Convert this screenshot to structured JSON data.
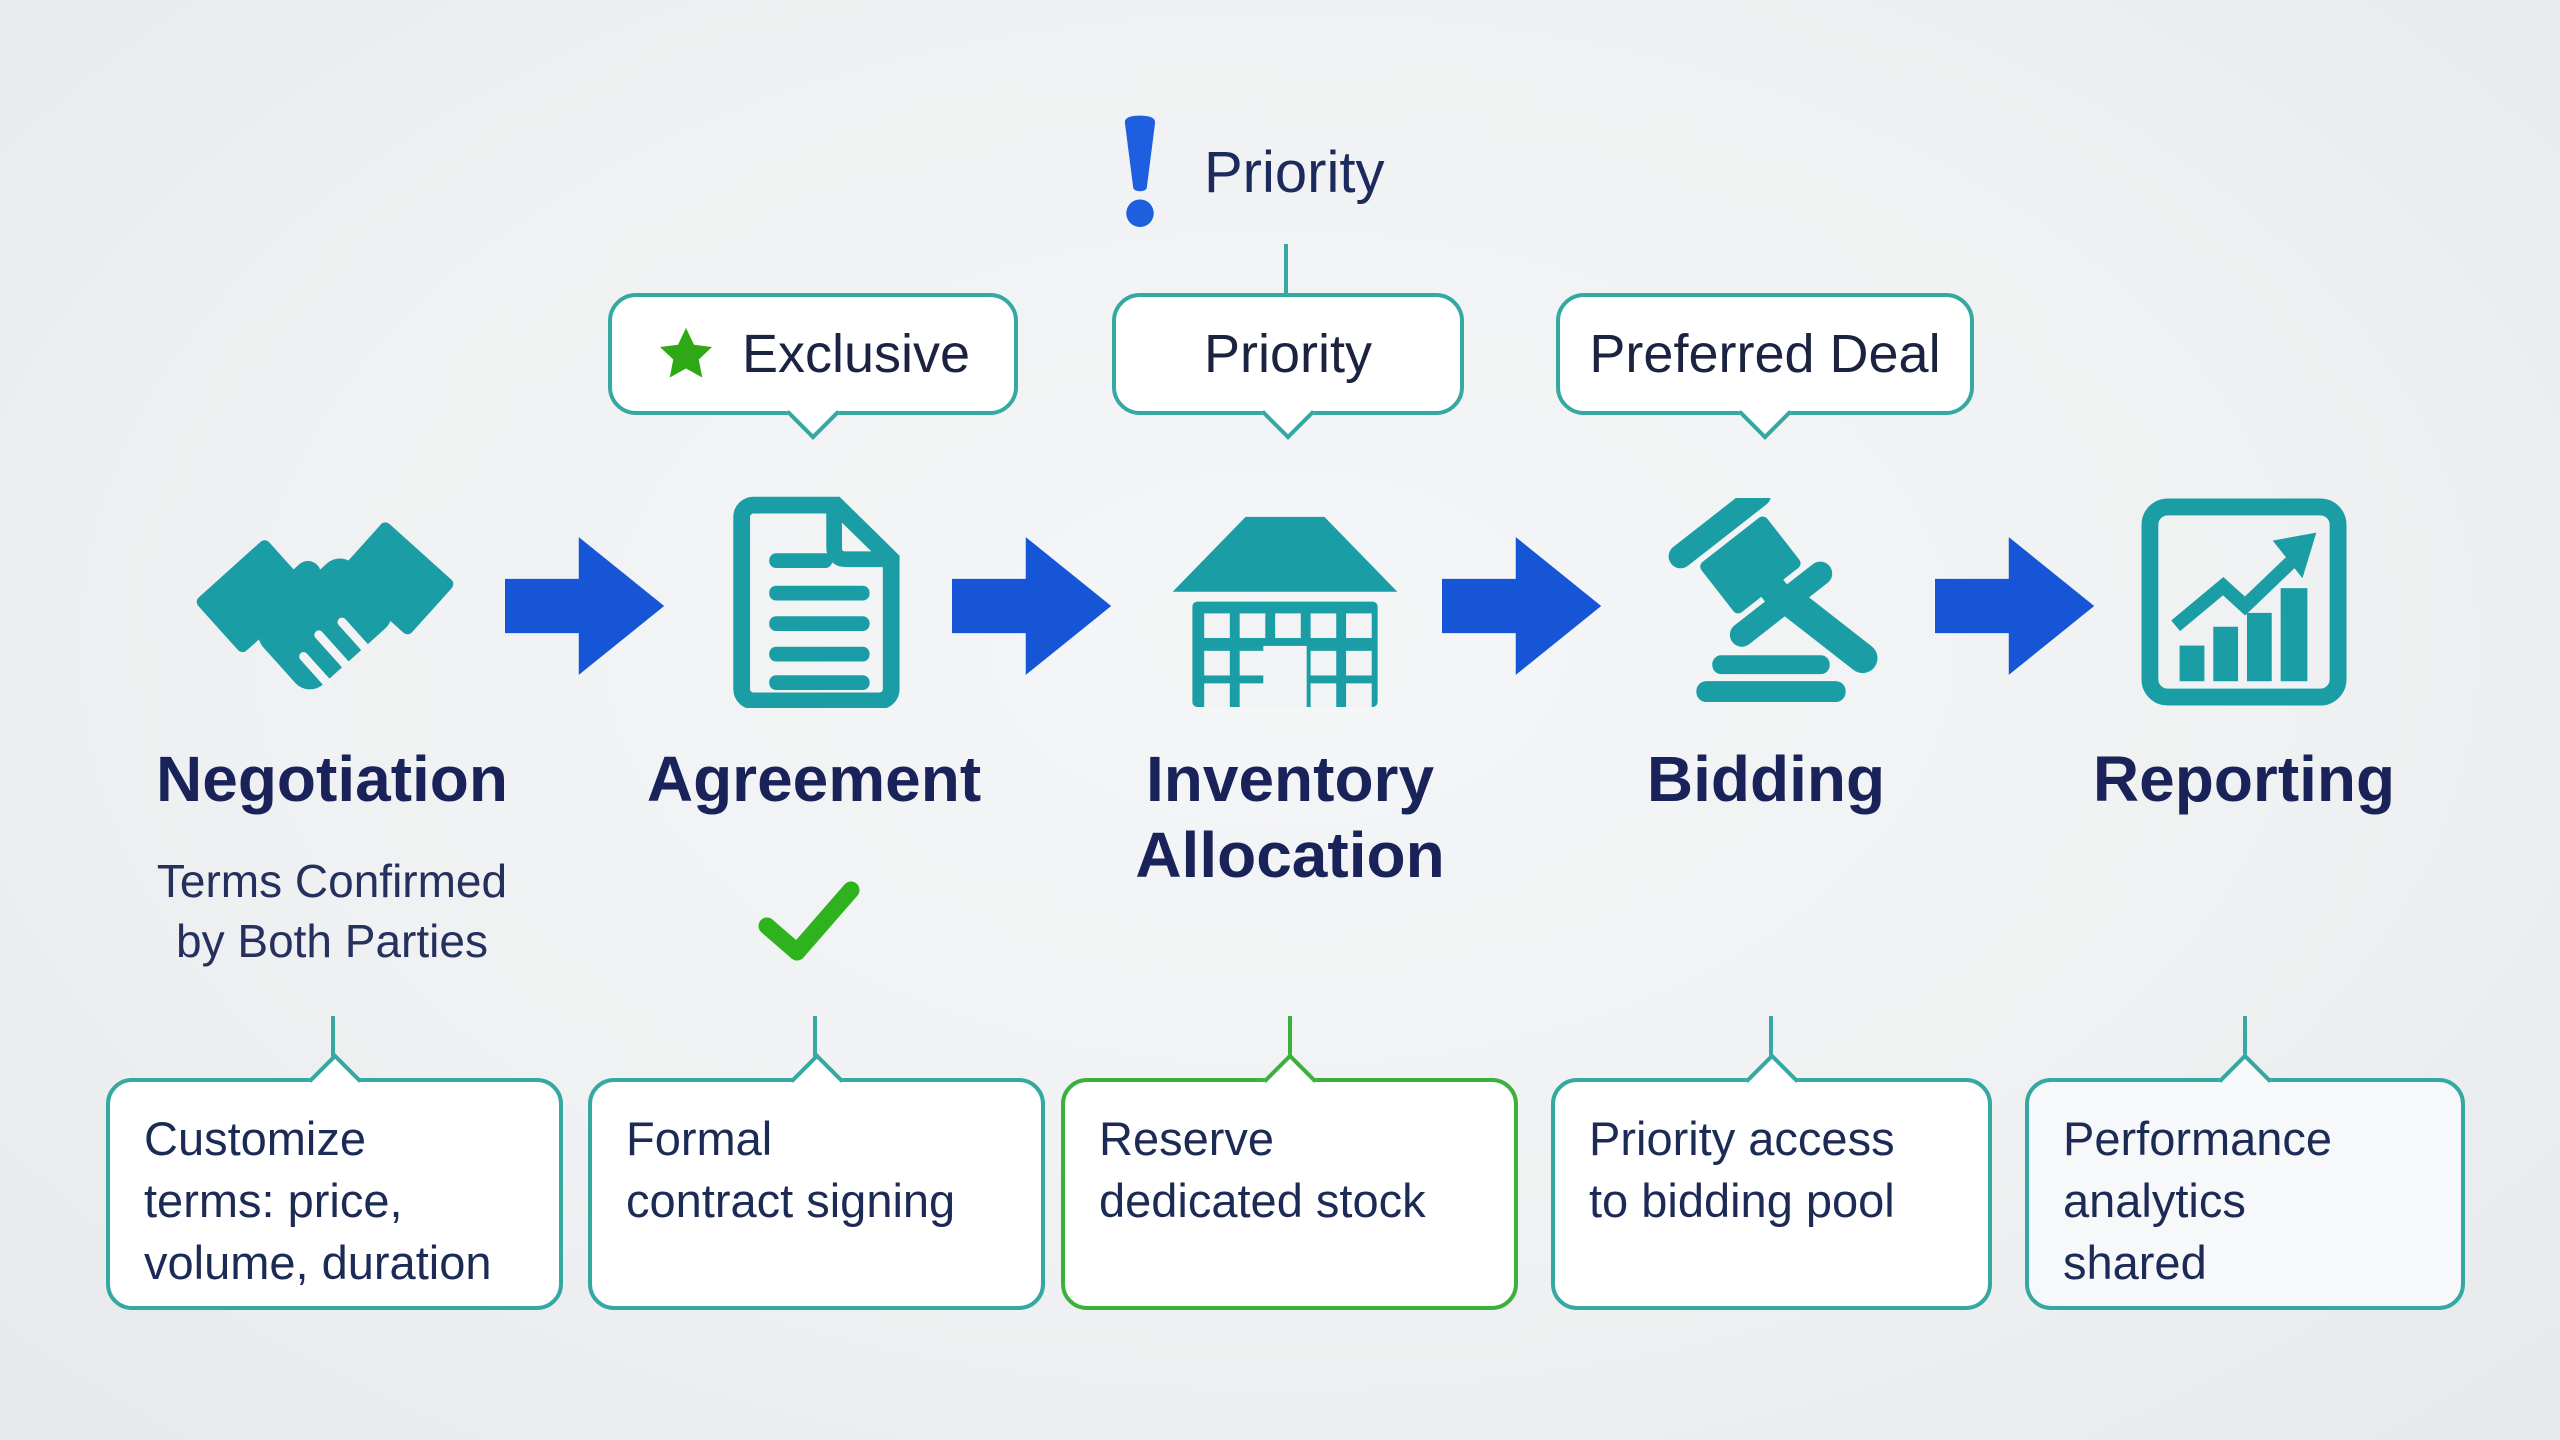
{
  "colors": {
    "background": "#eff1f2",
    "navy_text": "#1a2357",
    "teal_icon": "#1a9da4",
    "teal_border": "#35a8a2",
    "green_border": "#3cb03c",
    "green_star": "#2fa815",
    "green_check": "#2eb31f",
    "blue_arrow": "#1656d6",
    "blue_exclamation": "#1e5fe0"
  },
  "top_callout": {
    "label": "Priority"
  },
  "badges": [
    {
      "label": "Exclusive"
    },
    {
      "label": "Priority"
    },
    {
      "label": "Preferred Deal"
    }
  ],
  "stages": [
    {
      "title": "Negotiation",
      "subtitle": "Terms Confirmed\nby Both Parties",
      "icon": "handshake-icon",
      "note": "Customize\nterms: price,\nvolume, duration"
    },
    {
      "title": "Agreement",
      "icon": "document-icon",
      "note": "Formal\ncontract signing"
    },
    {
      "title": "Inventory\nAllocation",
      "icon": "warehouse-icon",
      "note": "Reserve\ndedicated stock"
    },
    {
      "title": "Bidding",
      "icon": "gavel-icon",
      "note": "Priority access\nto bidding pool"
    },
    {
      "title": "Reporting",
      "icon": "bar-chart-icon",
      "note": "Performance\nanalytics\nshared"
    }
  ]
}
